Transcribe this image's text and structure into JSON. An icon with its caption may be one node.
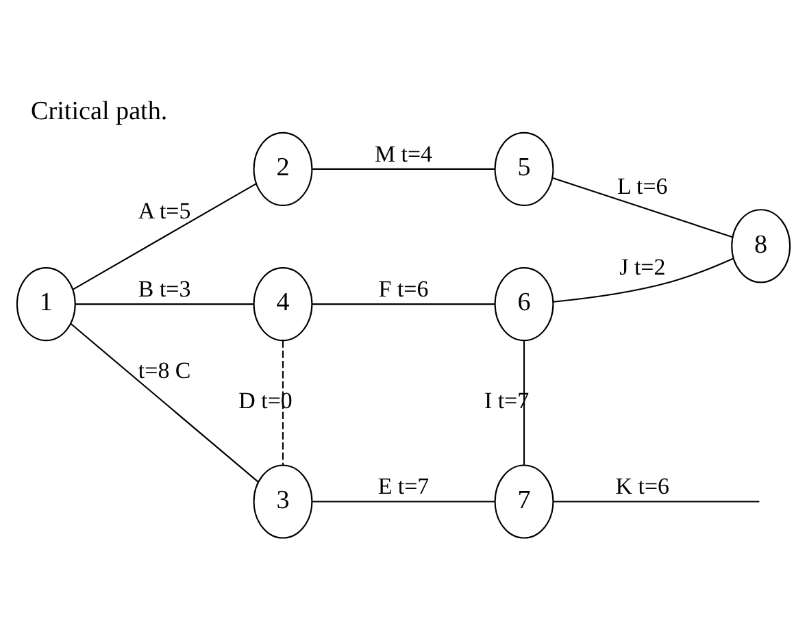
{
  "diagram": {
    "title": "Critical path.",
    "nodes": [
      {
        "text": [
          "1"
        ]
      },
      {
        "text": [
          "2"
        ]
      },
      {
        "text": [
          "5"
        ]
      },
      {
        "text": [
          "8"
        ]
      },
      {
        "text": [
          "4"
        ]
      },
      {
        "text": [
          "6"
        ]
      },
      {
        "text": [
          "3"
        ]
      },
      {
        "text": [
          "7"
        ]
      }
    ],
    "edges": [
      {
        "from": 0,
        "to": 1,
        "arrow": "none",
        "label": "A t=5"
      },
      {
        "from": 1,
        "to": 2,
        "arrow": "none",
        "label": "M t=4"
      },
      {
        "from": 2,
        "to": 3,
        "arrow": "none",
        "label": "L t=6"
      },
      {
        "from": 0,
        "to": 4,
        "arrow": "none",
        "label": "B t=3"
      },
      {
        "from": 0,
        "to": 6,
        "arrow": "none",
        "label": "t=8 C"
      },
      {
        "from": 4,
        "to": 5,
        "arrow": "none",
        "label": "F t=6"
      },
      {
        "from": 4,
        "to": 6,
        "arrow": "none",
        "label": "D t=0",
        "style": "dashed"
      },
      {
        "from": 6,
        "to": 7,
        "arrow": "none",
        "label": "E t=7"
      },
      {
        "from": 5,
        "to": 7,
        "arrow": "none",
        "label": "I t=7"
      },
      {
        "from": 5,
        "to": 3,
        "arrow": "none",
        "label": "J t=2"
      },
      {
        "from": 7,
        "to": null,
        "arrow": "none",
        "label": "K t=6"
      }
    ]
  }
}
